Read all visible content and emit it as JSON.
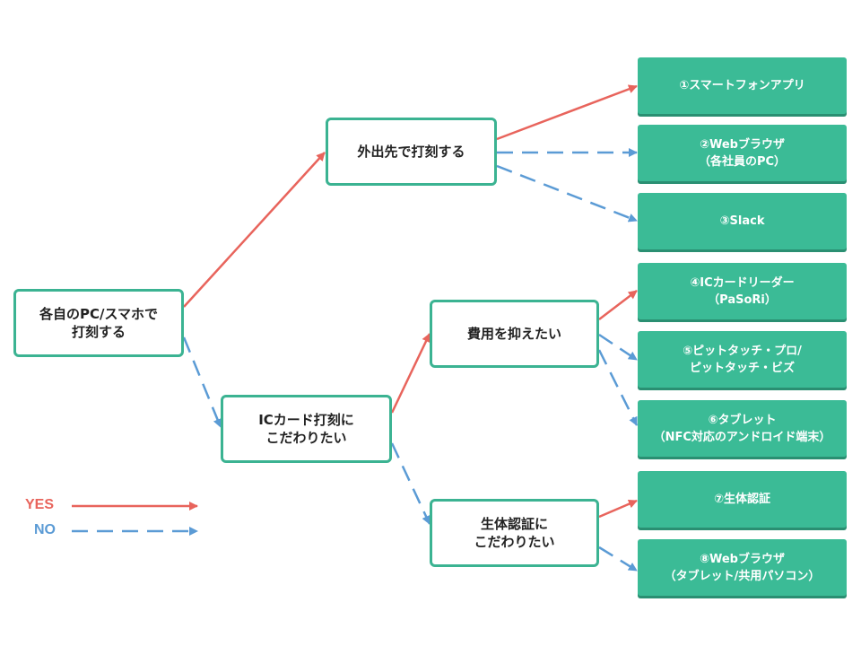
{
  "colors": {
    "yes": "#e8645c",
    "no": "#5b9bd5",
    "node_border": "#3bb392",
    "answer_fill": "#3bbb96"
  },
  "questions": {
    "start": [
      "各自のPC/スマホで",
      "打刻する"
    ],
    "outside": [
      "外出先で打刻する"
    ],
    "iccard": [
      "ICカード打刻に",
      "こだわりたい"
    ],
    "cost": [
      "費用を抑えたい"
    ],
    "bio": [
      "生体認証に",
      "こだわりたい"
    ]
  },
  "answers": {
    "a1": [
      "①スマートフォンアプリ"
    ],
    "a2": [
      "②Webブラウザ",
      "（各社員のPC）"
    ],
    "a3": [
      "③Slack"
    ],
    "a4": [
      "④ICカードリーダー",
      "（PaSoRi）"
    ],
    "a5": [
      "⑤ピットタッチ・プロ/",
      "ピットタッチ・ビズ"
    ],
    "a6": [
      "⑥タブレット",
      "（NFC対応のアンドロイド端末）"
    ],
    "a7": [
      "⑦生体認証"
    ],
    "a8": [
      "⑧Webブラウザ",
      "（タブレット/共用パソコン）"
    ]
  },
  "legend": {
    "yes": "YES",
    "no": "NO"
  }
}
